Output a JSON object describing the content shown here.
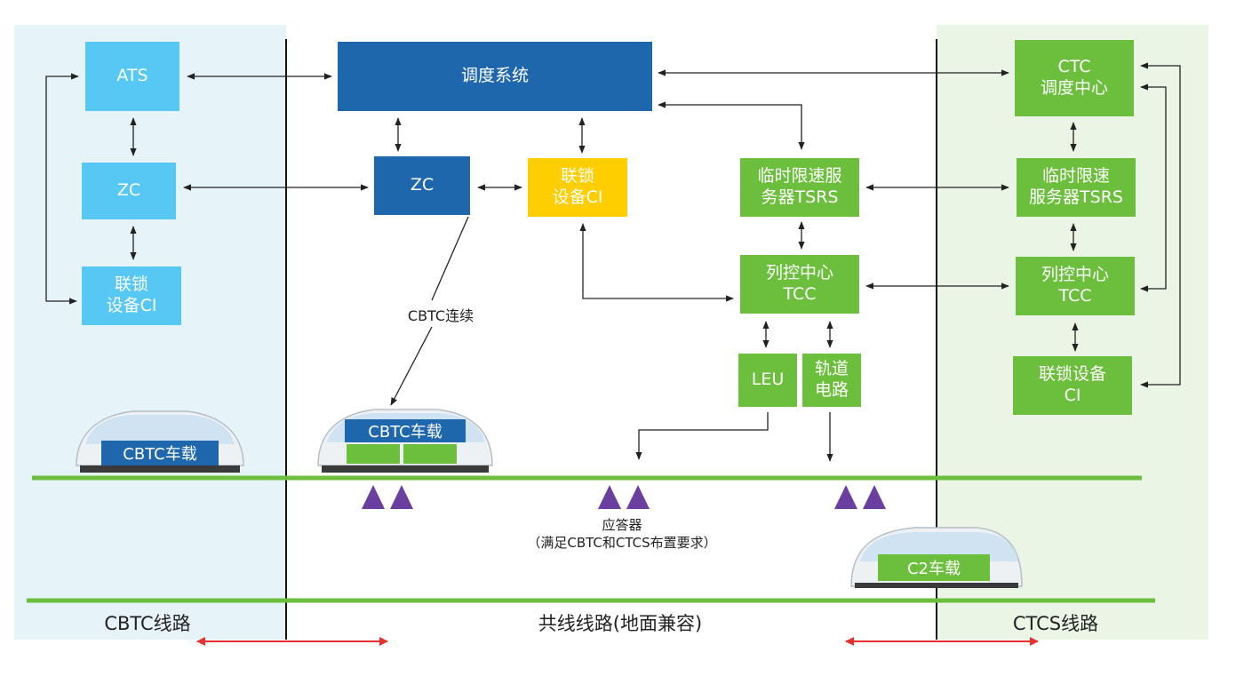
{
  "colors": {
    "cbtc_zone_bg": "#e6f3f8",
    "ctcs_zone_bg": "#eaf5e6",
    "light_blue": "#57c7f3",
    "dark_blue": "#1f67ad",
    "yellow": "#fece00",
    "green": "#6cbf3d",
    "purple": "#6b3fa0",
    "red_arrow": "#e8312f"
  },
  "left": {
    "ats": "ATS",
    "zc": "ZC",
    "ci_line1": "联锁",
    "ci_line2": "设备CI",
    "train_label": "CBTC车载",
    "zone_label": "CBTC线路"
  },
  "middle": {
    "dispatch": "调度系统",
    "zc": "ZC",
    "ci_line1": "联锁",
    "ci_line2": "设备CI",
    "cbtc_link_label": "CBTC连续",
    "train_label": "CBTC车载",
    "zone_label": "共线线路(地面兼容)",
    "balise_label_line1": "应答器",
    "balise_label_line2": "（满足CBTC和CTCS布置要求）"
  },
  "ctcs_ground": {
    "tsrs_line1": "临时限速服",
    "tsrs_line2": "务器TSRS",
    "tcc_line1": "列控中心",
    "tcc_line2": "TCC",
    "leu": "LEU",
    "track_circuit_line1": "轨道",
    "track_circuit_line2": "电路"
  },
  "right": {
    "ctc_line1": "CTC",
    "ctc_line2": "调度中心",
    "tsrs_line1": "临时限速",
    "tsrs_line2": "服务器TSRS",
    "tcc_line1": "列控中心",
    "tcc_line2": "TCC",
    "ci_line1": "联锁设备",
    "ci_line2": "CI",
    "train_label": "C2车载",
    "zone_label": "CTCS线路"
  }
}
